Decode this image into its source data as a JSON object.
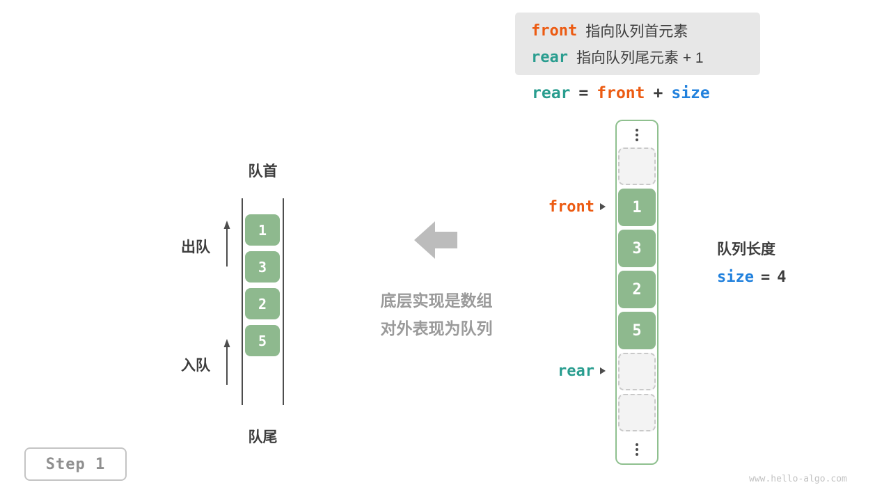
{
  "colors": {
    "orange": "#ec5b12",
    "teal": "#299d8f",
    "blue": "#2181dd",
    "green_cell": "#8eb98e",
    "green_border": "#8fc08f",
    "gray_note": "#9a9a9a",
    "legend_bg": "#e7e7e7",
    "dark_text": "#3d3d3d"
  },
  "legend": {
    "rows": [
      {
        "keyword": "front",
        "description": "指向队列首元素"
      },
      {
        "keyword": "rear",
        "description": "指向队列尾元素 + 1"
      }
    ]
  },
  "formula": {
    "parts": [
      {
        "text": "rear"
      },
      {
        "text": "="
      },
      {
        "text": "front"
      },
      {
        "text": "+"
      },
      {
        "text": "size"
      }
    ]
  },
  "array_column": {
    "cells": [
      {
        "kind": "dots"
      },
      {
        "kind": "empty"
      },
      {
        "kind": "value",
        "label": "1"
      },
      {
        "kind": "value",
        "label": "3"
      },
      {
        "kind": "value",
        "label": "2"
      },
      {
        "kind": "value",
        "label": "5"
      },
      {
        "kind": "empty"
      },
      {
        "kind": "empty"
      },
      {
        "kind": "dots"
      }
    ],
    "front_pointer": "front",
    "rear_pointer": "rear"
  },
  "size_info": {
    "title": "队列长度",
    "keyword": "size",
    "equals": "=",
    "value": "4"
  },
  "queue": {
    "front_label": "队首",
    "rear_label": "队尾",
    "dequeue_label": "出队",
    "enqueue_label": "入队",
    "values": [
      "1",
      "3",
      "2",
      "5"
    ]
  },
  "note": {
    "line1": "底层实现是数组",
    "line2": "对外表现为队列"
  },
  "step_badge": "Step 1",
  "watermark": "www.hello-algo.com"
}
